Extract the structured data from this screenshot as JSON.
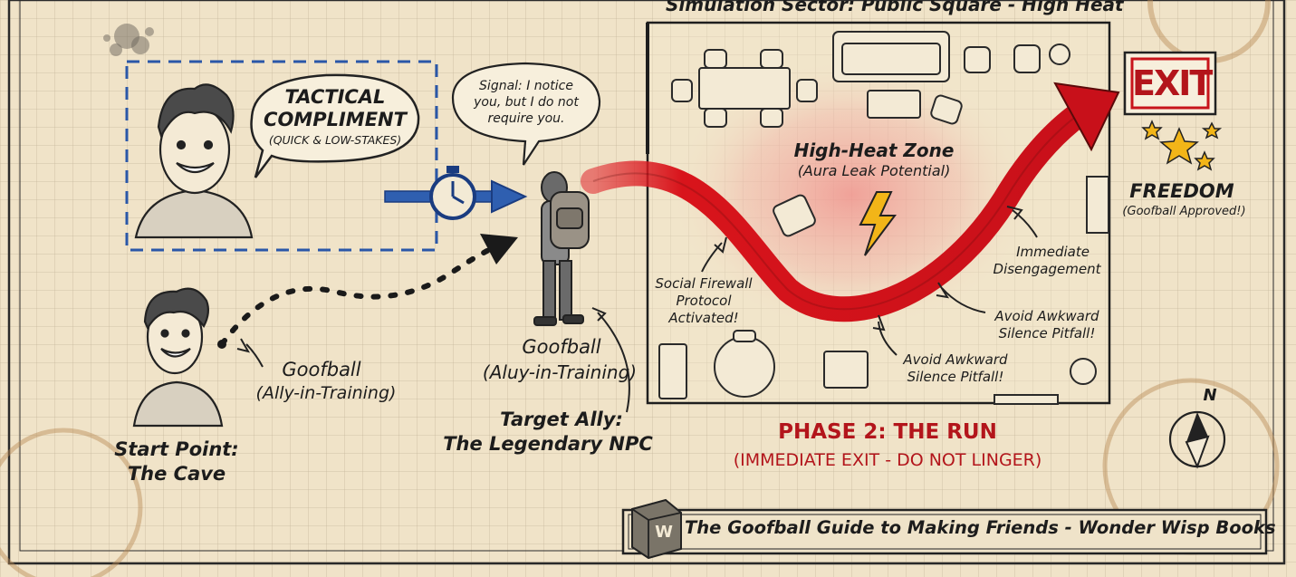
{
  "sector_title": "Simulation Sector: Public Square - High Heat",
  "speech_bubble_main": {
    "title_line1": "TACTICAL",
    "title_line2": "COMPLIMENT",
    "subtitle": "(QUICK & LOW-STAKES)"
  },
  "speech_bubble_signal": {
    "line1": "Signal: I notice",
    "line2": "you, but I do not",
    "line3": "require you."
  },
  "start": {
    "name": "Goofball",
    "role": "(Ally-in-Training)",
    "point_line1": "Start Point:",
    "point_line2": "The Cave"
  },
  "target": {
    "name": "Goofball",
    "role": "(Aluy-in-Training)",
    "label_line1": "Target Ally:",
    "label_line2": "The Legendary NPC"
  },
  "zone": {
    "title": "High-Heat Zone",
    "subtitle": "(Aura Leak Potential)"
  },
  "annotations": {
    "firewall_line1": "Social Firewall",
    "firewall_line2": "Protocol",
    "firewall_line3": "Activated!",
    "disengage_line1": "Immediate",
    "disengage_line2": "Disengagement",
    "pitfall_a_line1": "Avoid Awkward",
    "pitfall_a_line2": "Silence Pitfall!",
    "pitfall_b_line1": "Avoid Awkward",
    "pitfall_b_line2": "Silence Pitfall!"
  },
  "exit": {
    "sign": "EXIT",
    "title": "FREEDOM",
    "subtitle": "(Goofball Approved!)"
  },
  "phase": {
    "title": "PHASE 2: THE RUN",
    "subtitle": "(IMMEDIATE EXIT - DO NOT LINGER)"
  },
  "compass_label": "N",
  "footer": {
    "banner": "The Goofball Guide to Making Friends - Wonder Wisp Books",
    "logo_letter": "W"
  },
  "colors": {
    "paper": "#f0e3c8",
    "grid": "#b9ab8f",
    "ink": "#1c1c1c",
    "accent_red": "#c8141b",
    "accent_blue": "#2f5fb0",
    "dashed_box_blue": "#2a57a8",
    "heat_glow": "#f08b88",
    "bolt_yellow": "#f2b518"
  },
  "icons": [
    "stopwatch-icon",
    "lightning-bolt-icon",
    "compass-icon",
    "stars-icon",
    "book-logo-icon"
  ]
}
